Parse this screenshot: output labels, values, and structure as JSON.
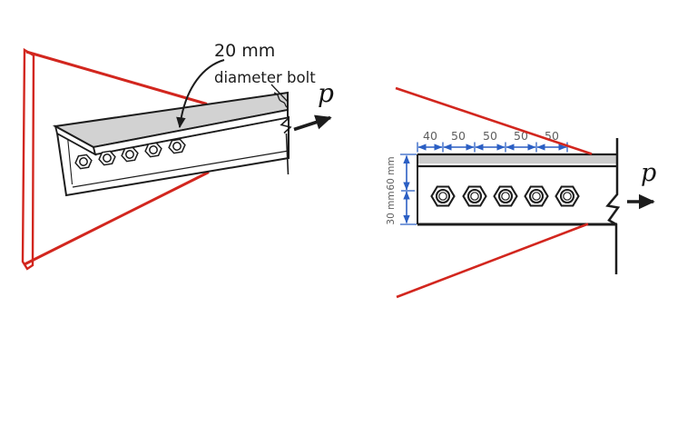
{
  "figure": {
    "type": "engineering-connection-diagram",
    "left_view": {
      "name": "isometric view of angle bolted to gusset plate",
      "bolt_label_line1": "20 mm",
      "bolt_label_line2": "diameter bolt",
      "force_label": "p",
      "bolt_count": 5,
      "bolt_icon": "hex-nut"
    },
    "right_view": {
      "name": "elevation view with dimensions",
      "force_label": "p",
      "top_dimensions": [
        "40",
        "50",
        "50",
        "50",
        "50"
      ],
      "side_dimensions": [
        "60 mm",
        "30 mm"
      ],
      "bolt_count": 5,
      "bolt_icon": "hex-bolt-head"
    },
    "colors": {
      "plate_red": "#d2261e",
      "steel_gray": "#d2d2d2",
      "dimension_blue": "#2b5fc4",
      "ink_black": "#1c1c1c",
      "dim_text_gray": "#5f5f5f"
    }
  }
}
